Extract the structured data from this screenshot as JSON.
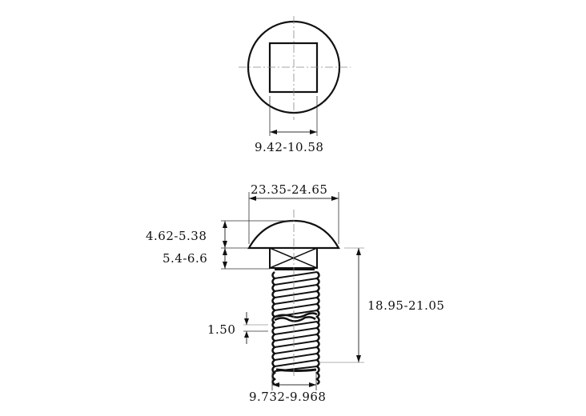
{
  "drawing": {
    "subject": "carriage bolt (square neck)",
    "top_view": {
      "dim_square_width": "9.42-10.58"
    },
    "side_view": {
      "dim_head_diameter": "23.35-24.65",
      "dim_head_height": "4.62-5.38",
      "dim_neck_height": "5.4-6.6",
      "dim_length": "18.95-21.05",
      "dim_thread_pitch": "1.50",
      "dim_thread_diameter": "9.732-9.968"
    },
    "colors": {
      "line": "#111111",
      "dim_line": "#333333",
      "center_line": "#888888"
    }
  }
}
